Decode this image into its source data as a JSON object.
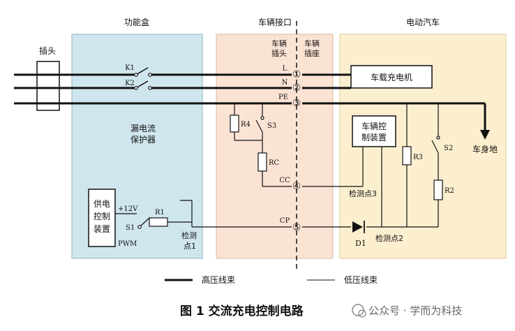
{
  "regions": {
    "function_box": "功能盒",
    "vehicle_interface": "车辆接口",
    "ev": "电动汽车"
  },
  "plug": "插头",
  "vehicle_plug": [
    "车辆",
    "插头"
  ],
  "vehicle_socket": [
    "车辆",
    "插座"
  ],
  "switches": {
    "k1": "K1",
    "k2": "K2",
    "s3": "S3",
    "s2": "S2",
    "s1": "S1"
  },
  "resistors": {
    "r4": "R4",
    "rc": "RC",
    "r3": "R3",
    "r2": "R2",
    "r1": "R1"
  },
  "lines": {
    "l": "L",
    "n": "N",
    "pe": "PE",
    "cc": "CC",
    "cp": "CP"
  },
  "pins": [
    "①",
    "②",
    "③",
    "④",
    "⑤"
  ],
  "charger": "车载充电机",
  "leakage": [
    "漏电流",
    "保护器"
  ],
  "vehicle_controller": [
    "车辆控",
    "制装置"
  ],
  "supply_controller": [
    "供电",
    "控制",
    "装置"
  ],
  "body_ground": "车身地",
  "plus12v": "+12V",
  "pwm": "PWM",
  "d1": "D1",
  "detect1": [
    "检测",
    "点1"
  ],
  "detect2": "检测点2",
  "detect3": "检测点3",
  "legend": {
    "high": "高压线束",
    "low": "低压线束"
  },
  "caption": "图 1  交流充电控制电路",
  "watermark": "公众号 · 学而为科技",
  "colors": {
    "blue_panel": "#cfe6ee",
    "pink_panel": "#fbe3d4",
    "yellow_panel": "#fcefcf",
    "line": "#111111"
  }
}
